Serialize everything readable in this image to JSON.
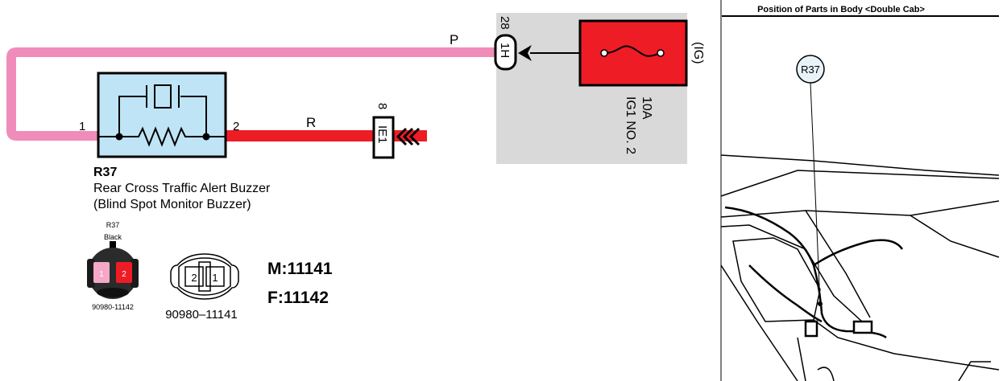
{
  "wires": {
    "pink_color_code": "P",
    "red_color_code": "R",
    "pink_hex": "#f08cb9",
    "red_hex": "#ee1c25"
  },
  "buzzer": {
    "code": "R37",
    "name_line1": "Rear Cross Traffic Alert Buzzer",
    "name_line2": "(Blind Spot Monitor Buzzer)",
    "pin_left": "1",
    "pin_right": "2",
    "fill_hex": "#bfe4f6"
  },
  "junction_right": {
    "pin": "8",
    "code": "IE1"
  },
  "junction_top": {
    "pin": "28",
    "code": "1H"
  },
  "fuse": {
    "rating": "10A",
    "name": "IG1 NO. 2",
    "supply": "(IG)",
    "fill_hex": "#ee1c25",
    "panel_hex": "#d9d9d9"
  },
  "connector_photo": {
    "code": "R37",
    "color": "Black",
    "pin1": "1",
    "pin2": "2",
    "part_number": "90980-11142"
  },
  "connector_outline": {
    "pin_left": "2",
    "pin_right": "1",
    "part_number": "90980–11141"
  },
  "mf": {
    "male": "M:11141",
    "female": "F:11142"
  },
  "body_view": {
    "title": "Position of Parts in Body <Double Cab>",
    "callout": "R37"
  }
}
